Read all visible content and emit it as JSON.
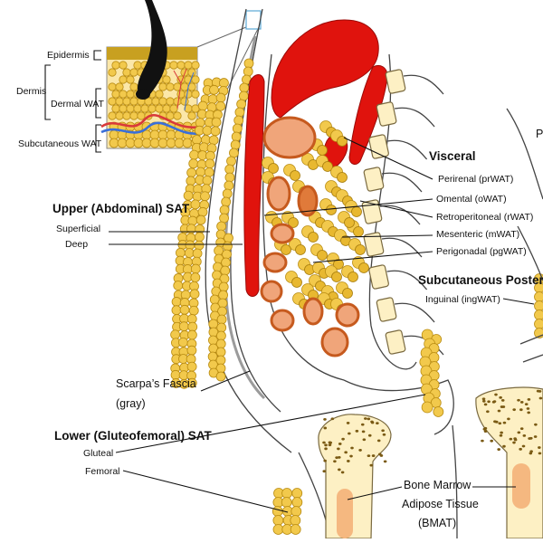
{
  "colors": {
    "fat": "#f2c94c",
    "organ_red": "#e0130d",
    "organ_orange": "#f0a57a",
    "bone": "#fdf0c4",
    "marrow_spots": "#7a5a14",
    "fascia": "#9b9b9b",
    "blood_red": "#d93a3a",
    "blood_blue": "#3a6fd9",
    "hair": "#111111",
    "epidermis": "#c8a020"
  },
  "skin_inset": {
    "epidermis": "Epidermis",
    "dermis": "Dermis",
    "dermal_wat": "Dermal WAT",
    "subcutaneous_wat": "Subcutaneous WAT"
  },
  "upper_sat": {
    "heading": "Upper (Abdominal) SAT",
    "superficial": "Superficial",
    "deep": "Deep"
  },
  "scarpa": {
    "line1": "Scarpa’s Fascia",
    "line2": "(gray)"
  },
  "lower_sat": {
    "heading": "Lower (Gluteofemoral) SAT",
    "gluteal": "Gluteal",
    "femoral": "Femoral"
  },
  "visceral": {
    "heading": "Visceral",
    "items": [
      "Perirenal (prWAT)",
      "Omental (oWAT)",
      "Retroperitoneal (rWAT)",
      "Mesenteric (mWAT)",
      "Perigonadal (pgWAT)"
    ]
  },
  "posterior": {
    "heading": "Subcutaneous Posterior",
    "inguinal": "Inguinal (ingWAT)"
  },
  "bmat": {
    "line1": "Bone Marrow",
    "line2": "Adipose Tissue",
    "line3": "(BMAT)"
  },
  "edge_glyph": "P"
}
